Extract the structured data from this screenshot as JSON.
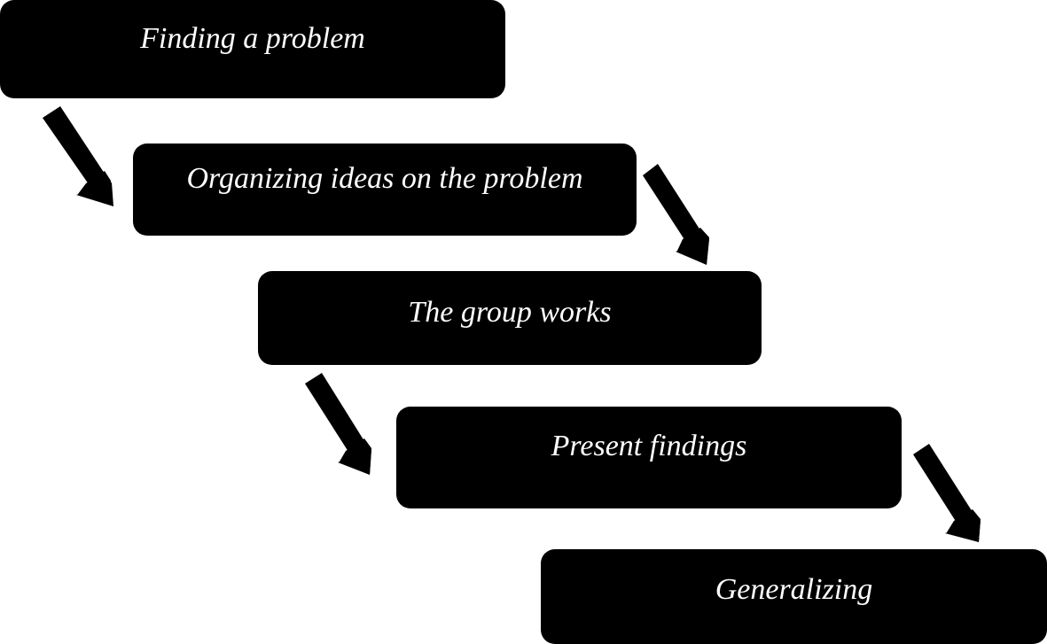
{
  "diagram": {
    "steps": [
      {
        "label": "Finding a problem"
      },
      {
        "label": "Organizing ideas on the problem"
      },
      {
        "label": "The group works"
      },
      {
        "label": "Present findings"
      },
      {
        "label": "Generalizing"
      }
    ],
    "box_color": "#000000",
    "text_color": "#ffffff",
    "arrow_color": "#000000"
  }
}
